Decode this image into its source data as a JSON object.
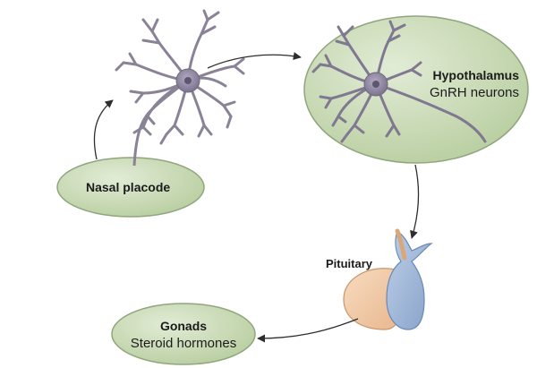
{
  "diagram": {
    "nodes": {
      "nasal_placode": {
        "label": "Nasal placode"
      },
      "hypothalamus": {
        "title": "Hypothalamus",
        "subtitle": "GnRH neurons"
      },
      "pituitary": {
        "label": "Pituitary"
      },
      "gonads": {
        "title": "Gonads",
        "subtitle": "Steroid hormones"
      }
    },
    "colors": {
      "ellipse_fill": "#c6d9b2",
      "ellipse_stroke": "#8fa67d",
      "neuron_fill": "#9c94a6",
      "neuron_stroke": "#6f6878",
      "neuron_soma": "#8a82a0",
      "arrow": "#2e2e2e",
      "pituitary_anterior": "#f3c9a4",
      "pituitary_posterior": "#9fb6d6"
    },
    "icons": [
      "migrating-neuron-icon",
      "gnrh-neuron-icon",
      "pituitary-gland-icon"
    ]
  }
}
